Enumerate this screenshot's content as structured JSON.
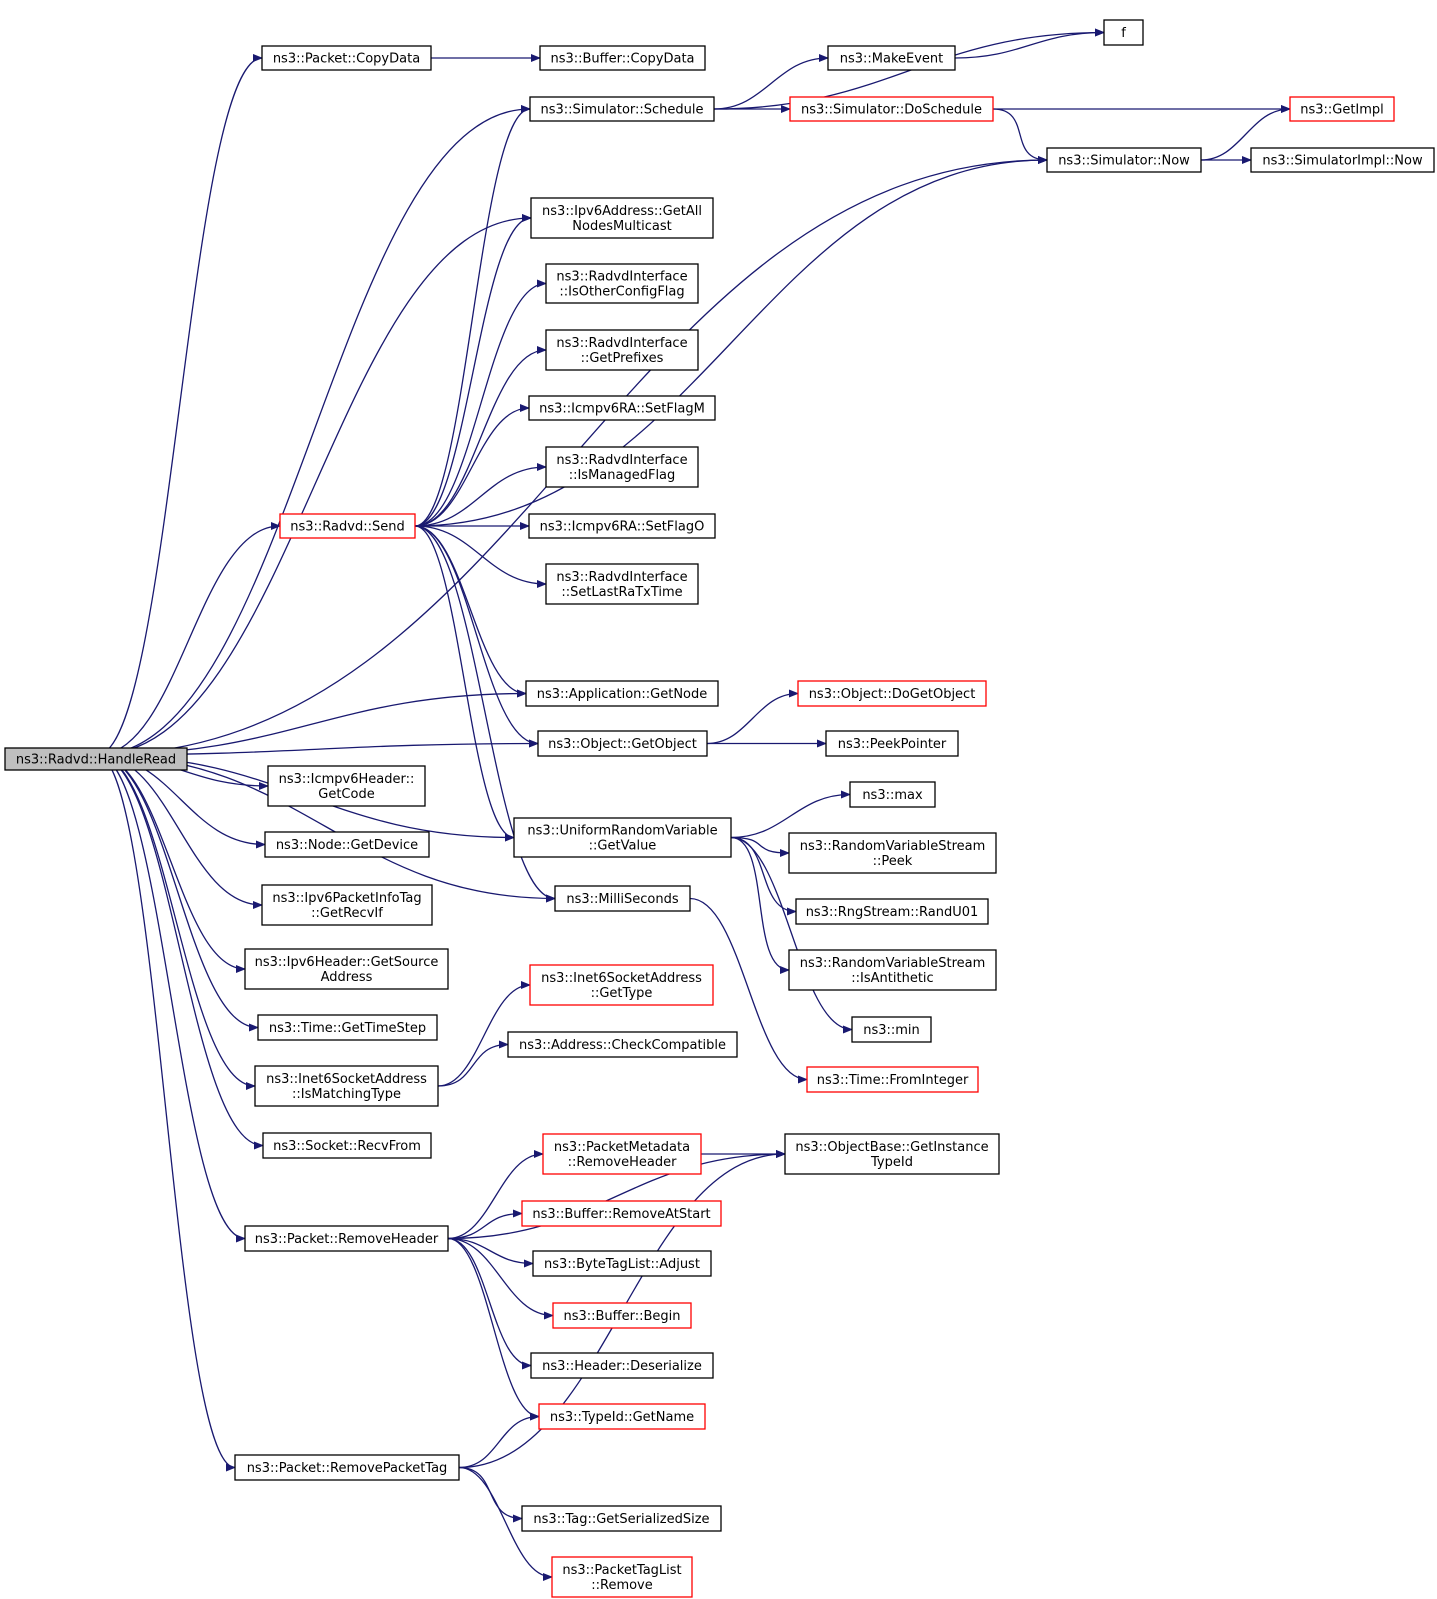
{
  "colors": {
    "edge": "#191970",
    "red_border": "#ff0000",
    "black_border": "#000000",
    "root_fill": "#bfbfbf"
  },
  "nodes": [
    {
      "id": "handleread",
      "lines": [
        "ns3::Radvd::HandleRead"
      ],
      "style": "root"
    },
    {
      "id": "copydata",
      "lines": [
        "ns3::Packet::CopyData"
      ],
      "style": "black"
    },
    {
      "id": "buf_copydata",
      "lines": [
        "ns3::Buffer::CopyData"
      ],
      "style": "black"
    },
    {
      "id": "schedule",
      "lines": [
        "ns3::Simulator::Schedule"
      ],
      "style": "black"
    },
    {
      "id": "f",
      "lines": [
        "f"
      ],
      "style": "black"
    },
    {
      "id": "makeevent",
      "lines": [
        "ns3::MakeEvent"
      ],
      "style": "black"
    },
    {
      "id": "doschedule",
      "lines": [
        "ns3::Simulator::DoSchedule"
      ],
      "style": "red"
    },
    {
      "id": "getimpl",
      "lines": [
        "ns3::GetImpl"
      ],
      "style": "red"
    },
    {
      "id": "now",
      "lines": [
        "ns3::Simulator::Now"
      ],
      "style": "black"
    },
    {
      "id": "implnow",
      "lines": [
        "ns3::SimulatorImpl::Now"
      ],
      "style": "black"
    },
    {
      "id": "allnodes",
      "lines": [
        "ns3::Ipv6Address::GetAll",
        "NodesMulticast"
      ],
      "style": "black"
    },
    {
      "id": "otherconfig",
      "lines": [
        "ns3::RadvdInterface",
        "::IsOtherConfigFlag"
      ],
      "style": "black"
    },
    {
      "id": "getprefixes",
      "lines": [
        "ns3::RadvdInterface",
        "::GetPrefixes"
      ],
      "style": "black"
    },
    {
      "id": "setflagm",
      "lines": [
        "ns3::Icmpv6RA::SetFlagM"
      ],
      "style": "black"
    },
    {
      "id": "managed",
      "lines": [
        "ns3::RadvdInterface",
        "::IsManagedFlag"
      ],
      "style": "black"
    },
    {
      "id": "send",
      "lines": [
        "ns3::Radvd::Send"
      ],
      "style": "red"
    },
    {
      "id": "setflago",
      "lines": [
        "ns3::Icmpv6RA::SetFlagO"
      ],
      "style": "black"
    },
    {
      "id": "lastratx",
      "lines": [
        "ns3::RadvdInterface",
        "::SetLastRaTxTime"
      ],
      "style": "black"
    },
    {
      "id": "getnode",
      "lines": [
        "ns3::Application::GetNode"
      ],
      "style": "black"
    },
    {
      "id": "dogetobject",
      "lines": [
        "ns3::Object::DoGetObject"
      ],
      "style": "red"
    },
    {
      "id": "getobject",
      "lines": [
        "ns3::Object::GetObject"
      ],
      "style": "black"
    },
    {
      "id": "peekpointer",
      "lines": [
        "ns3::PeekPointer"
      ],
      "style": "black"
    },
    {
      "id": "getcode",
      "lines": [
        "ns3::Icmpv6Header::",
        "GetCode"
      ],
      "style": "black"
    },
    {
      "id": "max",
      "lines": [
        "ns3::max"
      ],
      "style": "black"
    },
    {
      "id": "getvalue",
      "lines": [
        "ns3::UniformRandomVariable",
        "::GetValue"
      ],
      "style": "black"
    },
    {
      "id": "peek",
      "lines": [
        "ns3::RandomVariableStream",
        "::Peek"
      ],
      "style": "black"
    },
    {
      "id": "getdevice",
      "lines": [
        "ns3::Node::GetDevice"
      ],
      "style": "black"
    },
    {
      "id": "recvif",
      "lines": [
        "ns3::Ipv6PacketInfoTag",
        "::GetRecvIf"
      ],
      "style": "black"
    },
    {
      "id": "milliseconds",
      "lines": [
        "ns3::MilliSeconds"
      ],
      "style": "black"
    },
    {
      "id": "randu01",
      "lines": [
        "ns3::RngStream::RandU01"
      ],
      "style": "black"
    },
    {
      "id": "getsource",
      "lines": [
        "ns3::Ipv6Header::GetSource",
        "Address"
      ],
      "style": "black"
    },
    {
      "id": "antithetic",
      "lines": [
        "ns3::RandomVariableStream",
        "::IsAntithetic"
      ],
      "style": "black"
    },
    {
      "id": "inet6type",
      "lines": [
        "ns3::Inet6SocketAddress",
        "::GetType"
      ],
      "style": "red"
    },
    {
      "id": "timestep",
      "lines": [
        "ns3::Time::GetTimeStep"
      ],
      "style": "black"
    },
    {
      "id": "min",
      "lines": [
        "ns3::min"
      ],
      "style": "black"
    },
    {
      "id": "checkcompat",
      "lines": [
        "ns3::Address::CheckCompatible"
      ],
      "style": "black"
    },
    {
      "id": "ismatching",
      "lines": [
        "ns3::Inet6SocketAddress",
        "::IsMatchingType"
      ],
      "style": "black"
    },
    {
      "id": "frominteger",
      "lines": [
        "ns3::Time::FromInteger"
      ],
      "style": "red"
    },
    {
      "id": "pmremoveheader",
      "lines": [
        "ns3::PacketMetadata",
        "::RemoveHeader"
      ],
      "style": "red"
    },
    {
      "id": "instancetypeid",
      "lines": [
        "ns3::ObjectBase::GetInstance",
        "TypeId"
      ],
      "style": "black"
    },
    {
      "id": "recvfrom",
      "lines": [
        "ns3::Socket::RecvFrom"
      ],
      "style": "black"
    },
    {
      "id": "removeatstart",
      "lines": [
        "ns3::Buffer::RemoveAtStart"
      ],
      "style": "red"
    },
    {
      "id": "removeheader",
      "lines": [
        "ns3::Packet::RemoveHeader"
      ],
      "style": "black"
    },
    {
      "id": "adjust",
      "lines": [
        "ns3::ByteTagList::Adjust"
      ],
      "style": "black"
    },
    {
      "id": "begin",
      "lines": [
        "ns3::Buffer::Begin"
      ],
      "style": "red"
    },
    {
      "id": "deserialize",
      "lines": [
        "ns3::Header::Deserialize"
      ],
      "style": "black"
    },
    {
      "id": "getname",
      "lines": [
        "ns3::TypeId::GetName"
      ],
      "style": "red"
    },
    {
      "id": "removepackettag",
      "lines": [
        "ns3::Packet::RemovePacketTag"
      ],
      "style": "black"
    },
    {
      "id": "serializedsize",
      "lines": [
        "ns3::Tag::GetSerializedSize"
      ],
      "style": "black"
    },
    {
      "id": "tagremove",
      "lines": [
        "ns3::PacketTagList",
        "::Remove"
      ],
      "style": "red"
    }
  ],
  "edges": [
    [
      "handleread",
      "copydata"
    ],
    [
      "copydata",
      "buf_copydata"
    ],
    [
      "handleread",
      "schedule"
    ],
    [
      "schedule",
      "f"
    ],
    [
      "schedule",
      "makeevent"
    ],
    [
      "makeevent",
      "f"
    ],
    [
      "schedule",
      "doschedule"
    ],
    [
      "doschedule",
      "getimpl"
    ],
    [
      "doschedule",
      "now"
    ],
    [
      "now",
      "getimpl"
    ],
    [
      "now",
      "implnow"
    ],
    [
      "handleread",
      "now"
    ],
    [
      "handleread",
      "allnodes"
    ],
    [
      "handleread",
      "send"
    ],
    [
      "send",
      "schedule"
    ],
    [
      "send",
      "allnodes"
    ],
    [
      "send",
      "otherconfig"
    ],
    [
      "send",
      "getprefixes"
    ],
    [
      "send",
      "setflagm"
    ],
    [
      "send",
      "managed"
    ],
    [
      "send",
      "setflago"
    ],
    [
      "send",
      "lastratx"
    ],
    [
      "send",
      "now"
    ],
    [
      "send",
      "getnode"
    ],
    [
      "send",
      "getobject"
    ],
    [
      "send",
      "getvalue"
    ],
    [
      "send",
      "milliseconds"
    ],
    [
      "handleread",
      "getnode"
    ],
    [
      "handleread",
      "getobject"
    ],
    [
      "handleread",
      "getvalue"
    ],
    [
      "handleread",
      "milliseconds"
    ],
    [
      "getobject",
      "dogetobject"
    ],
    [
      "getobject",
      "peekpointer"
    ],
    [
      "getvalue",
      "max"
    ],
    [
      "getvalue",
      "peek"
    ],
    [
      "getvalue",
      "randu01"
    ],
    [
      "getvalue",
      "antithetic"
    ],
    [
      "getvalue",
      "min"
    ],
    [
      "milliseconds",
      "frominteger"
    ],
    [
      "handleread",
      "getcode"
    ],
    [
      "handleread",
      "getdevice"
    ],
    [
      "handleread",
      "recvif"
    ],
    [
      "handleread",
      "getsource"
    ],
    [
      "handleread",
      "timestep"
    ],
    [
      "handleread",
      "ismatching"
    ],
    [
      "handleread",
      "recvfrom"
    ],
    [
      "handleread",
      "removeheader"
    ],
    [
      "handleread",
      "removepackettag"
    ],
    [
      "ismatching",
      "inet6type"
    ],
    [
      "ismatching",
      "checkcompat"
    ],
    [
      "removeheader",
      "instancetypeid"
    ],
    [
      "removeheader",
      "pmremoveheader"
    ],
    [
      "removeheader",
      "removeatstart"
    ],
    [
      "removeheader",
      "adjust"
    ],
    [
      "removeheader",
      "begin"
    ],
    [
      "removeheader",
      "deserialize"
    ],
    [
      "removeheader",
      "getname"
    ],
    [
      "pmremoveheader",
      "instancetypeid"
    ],
    [
      "removepackettag",
      "getname"
    ],
    [
      "removepackettag",
      "instancetypeid"
    ],
    [
      "removepackettag",
      "serializedsize"
    ],
    [
      "removepackettag",
      "tagremove"
    ]
  ]
}
